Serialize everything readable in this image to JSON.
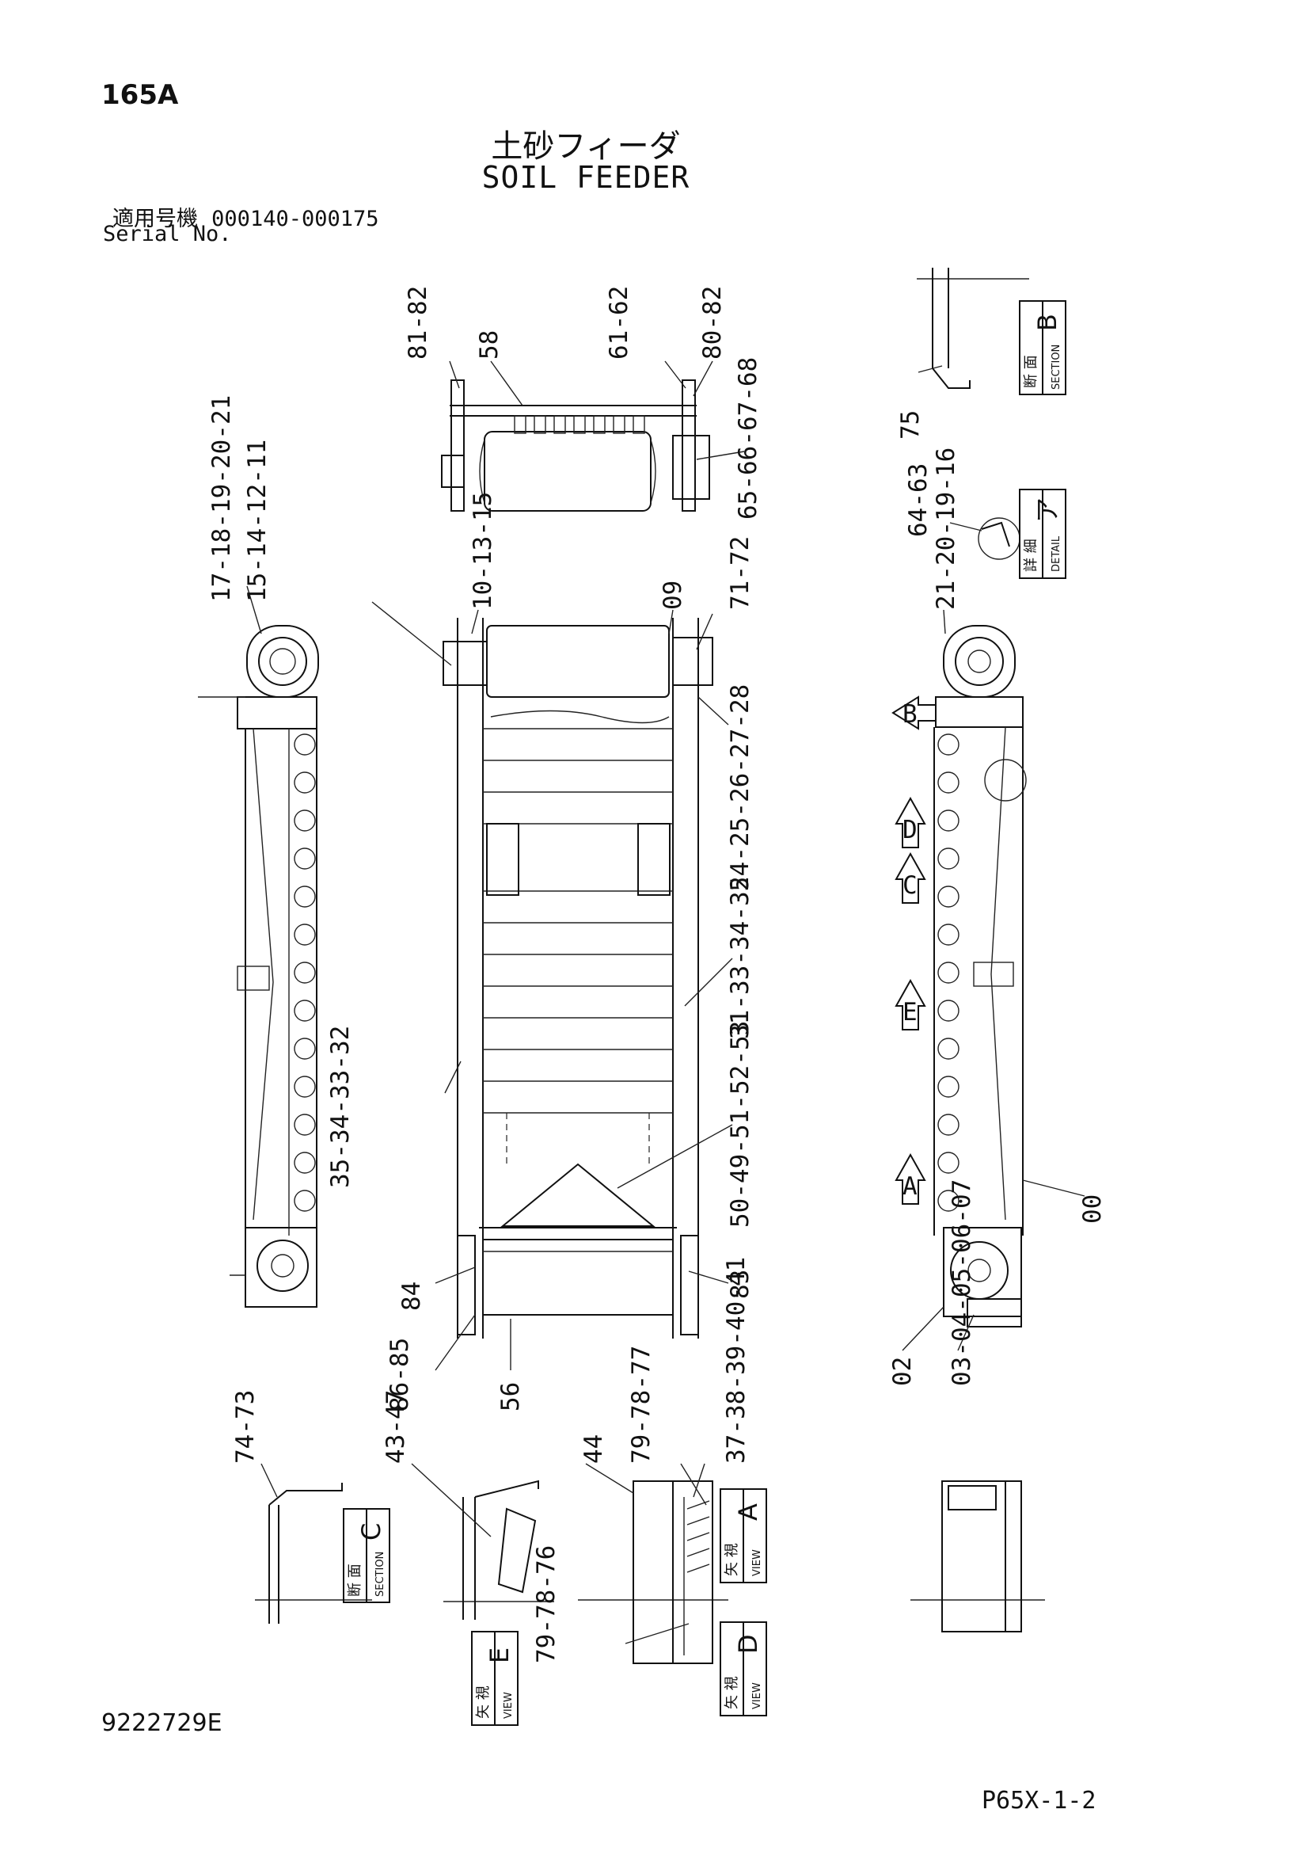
{
  "header": {
    "page_code": "165A",
    "title_jp": "土砂フィーダ",
    "title_en": "SOIL FEEDER",
    "serial_label_jp": "適用号機",
    "serial_range": "000140-000175",
    "serial_label_en": "Serial No."
  },
  "footer": {
    "doc_number": "9222729E",
    "sheet_code": "P65X-1-2"
  },
  "view_labels": {
    "section_b": {
      "letter": "B",
      "jp": "断 面",
      "en": "SECTION"
    },
    "detail_a": {
      "letter": "ア",
      "jp": "詳 細",
      "en": "DETAIL"
    },
    "section_c": {
      "letter": "C",
      "jp": "断 面",
      "en": "SECTION"
    },
    "view_a": {
      "letter": "A",
      "jp": "矢 視",
      "en": "VIEW"
    },
    "view_d": {
      "letter": "D",
      "jp": "矢 視",
      "en": "VIEW"
    },
    "view_e": {
      "letter": "E",
      "jp": "矢 視",
      "en": "VIEW"
    }
  },
  "view_arrows": [
    "B",
    "D",
    "C",
    "E",
    "A"
  ],
  "callouts": {
    "top_view_left": "81-82",
    "top_view_58": "58",
    "top_view_right": "61-62",
    "top_view_far_right": "80-82",
    "top_view_drum": "65-66-67-68",
    "section_b_part": "75",
    "detail_a_parts": "64-63",
    "left_view_upper": "17-18-19-20-21",
    "left_view_lower": "15-14-12-11",
    "center_top_left": "10-13-15",
    "center_top_09": "09",
    "center_top_right": "71-72",
    "center_mid_right": "24-25-26-27-28",
    "right_view_top": "21-20-19-16",
    "center_cross": "31-33-34-35",
    "left_center": "35-34-33-32",
    "center_hopper": "50-49-51-52-53",
    "right_frame": "00",
    "center_84": "84",
    "center_83": "83",
    "center_86_85": "86-85",
    "center_56": "56",
    "right_bottom_02": "02",
    "right_bottom_parts": "03-04-05-06-07",
    "section_c_parts": "74-73",
    "view_e_top": "43-47",
    "view_e_bottom": "79-78-76",
    "view_d_top_44": "44",
    "view_d_top": "79-78-77",
    "view_a_parts": "37-38-39-40-41"
  }
}
